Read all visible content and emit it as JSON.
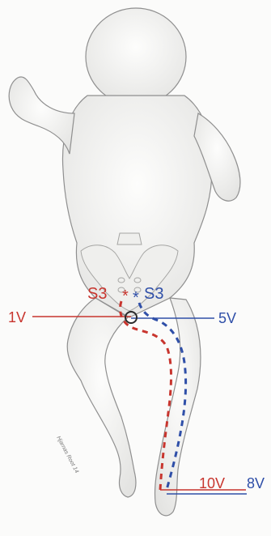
{
  "colors": {
    "red": "#c8352e",
    "blue": "#2f4fa8",
    "outline": "#9a9a9a",
    "shade": "#e7e7e7",
    "paper": "#fbfbfa"
  },
  "labels": {
    "s3_left": "S3",
    "s3_right": "S3",
    "left_point": "1V",
    "right_point": "5V",
    "bottom_red": "10V",
    "bottom_blue": "8V"
  },
  "artist_signature": "Hjarnas Root 14"
}
